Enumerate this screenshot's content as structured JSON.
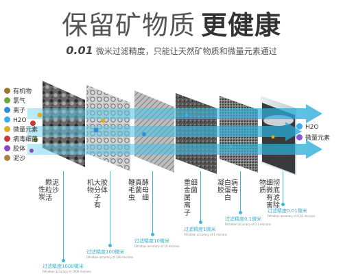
{
  "title": {
    "main": "保留矿物质",
    "bold": "更健康"
  },
  "subtitle": {
    "number": "0.01",
    "text": "微米过滤精度，只能让天然矿物质和微量元素通过"
  },
  "legend": [
    {
      "label": "有机物",
      "color": "#9a7b2c"
    },
    {
      "label": "氯气",
      "color": "#6aa838"
    },
    {
      "label": "离子",
      "color": "#2a8fd8"
    },
    {
      "label": "H2O",
      "color": "#3aaee8"
    },
    {
      "label": "微量元素",
      "color": "#d8b020"
    },
    {
      "label": "病毒细菌",
      "color": "#c83a3a"
    },
    {
      "label": "胶体",
      "color": "#8a4ac0"
    },
    {
      "label": "泥沙",
      "color": "#b08040"
    }
  ],
  "output": [
    {
      "label": "H2O",
      "color": "#3aaee8"
    },
    {
      "label": "微量元素",
      "color": "#8a5ad0"
    }
  ],
  "stages": [
    {
      "cols": [
        "泥沙",
        "颗粒活",
        "性炭"
      ],
      "acc": "过滤精度1000微米",
      "acc_en": "Filtration accuracy of 1000 microns"
    },
    {
      "cols": [
        "胶体",
        "大分子有",
        "机物"
      ],
      "acc": "过滤精度100微米",
      "acc_en": "Filtration accuracy of 100 microns"
    },
    {
      "cols": [
        "酵母细",
        "真菌",
        "鞭毛虫"
      ],
      "acc": "过滤精度10微米",
      "acc_en": "Filtration accuracy of 10 microns"
    },
    {
      "cols": [
        "细菌",
        "重金属离子"
      ],
      "acc": "过滤精度1微米",
      "acc_en": "Filtration accuracy of 1 microns"
    },
    {
      "cols": [
        "病毒",
        "白蛋白",
        "凝胶"
      ],
      "acc": "过滤精度0.1微米",
      "acc_en": "Filtration accuracy of 0.1 microns"
    },
    {
      "cols": [
        "彻底滤除",
        "细微有害",
        "物质"
      ],
      "acc": "过滤精度0.01微米",
      "acc_en": "Filtration accuracy of 0.01 microns"
    }
  ]
}
